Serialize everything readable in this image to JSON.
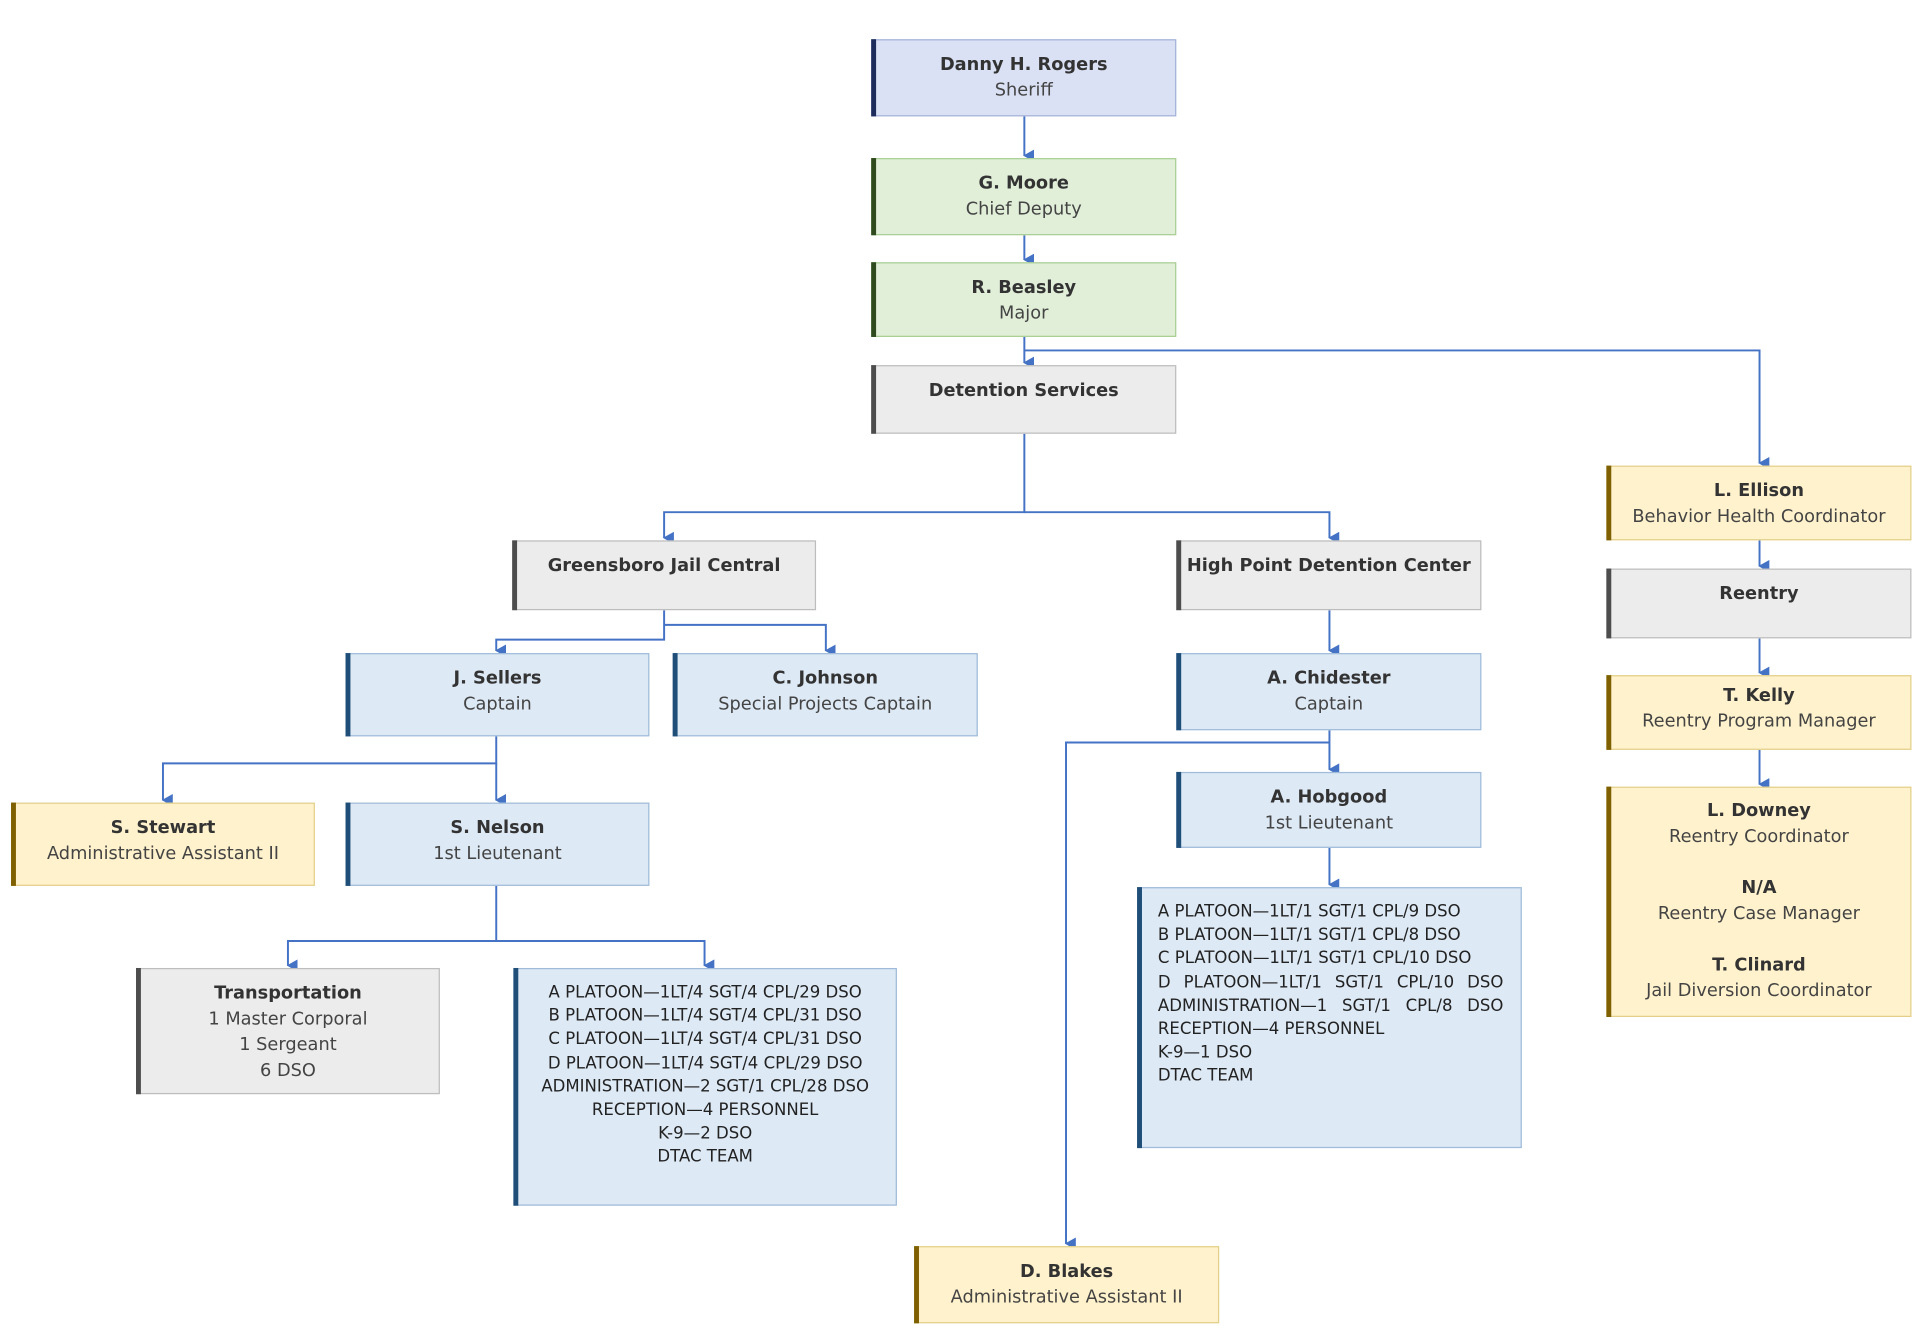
{
  "sheriff": {
    "name": "Danny H. Rogers",
    "role": "Sheriff"
  },
  "chief_deputy": {
    "name": "G. Moore",
    "role": "Chief Deputy"
  },
  "major": {
    "name": "R. Beasley",
    "role": "Major"
  },
  "detention_services": {
    "name": "Detention Services"
  },
  "greensboro": {
    "name": "Greensboro Jail Central"
  },
  "high_point": {
    "name": "High Point Detention Center"
  },
  "sellers": {
    "name": "J. Sellers",
    "role": "Captain"
  },
  "johnson": {
    "name": "C. Johnson",
    "role": "Special Projects Captain"
  },
  "stewart": {
    "name": "S. Stewart",
    "role": "Administrative Assistant II"
  },
  "nelson": {
    "name": "S. Nelson",
    "role": "1st Lieutenant"
  },
  "transportation": {
    "name": "Transportation",
    "lines": [
      "1 Master Corporal",
      "1 Sergeant",
      "6 DSO"
    ]
  },
  "greensboro_platoons": [
    "A PLATOON—1LT/4 SGT/4 CPL/29 DSO",
    "B PLATOON—1LT/4 SGT/4 CPL/31 DSO",
    "C PLATOON—1LT/4 SGT/4 CPL/31 DSO",
    "D PLATOON—1LT/4 SGT/4 CPL/29 DSO",
    "ADMINISTRATION—2 SGT/1 CPL/28 DSO",
    "RECEPTION—4 PERSONNEL",
    "K-9—2 DSO",
    "DTAC TEAM"
  ],
  "chidester": {
    "name": "A. Chidester",
    "role": "Captain"
  },
  "hobgood": {
    "name": "A. Hobgood",
    "role": "1st Lieutenant"
  },
  "highpoint_platoons": [
    "A PLATOON—1LT/1 SGT/1 CPL/9 DSO",
    "B PLATOON—1LT/1 SGT/1 CPL/8 DSO",
    "C PLATOON—1LT/1 SGT/1 CPL/10 DSO",
    "D PLATOON—1LT/1 SGT/1 CPL/10 DSO",
    "ADMINISTRATION—1 SGT/1 CPL/8 DSO",
    "RECEPTION—4 PERSONNEL",
    "K-9—1 DSO",
    "DTAC TEAM"
  ],
  "blakes": {
    "name": "D. Blakes",
    "role": "Administrative Assistant II"
  },
  "ellison": {
    "name": "L. Ellison",
    "role": "Behavior Health Coordinator"
  },
  "reentry": {
    "name": "Reentry"
  },
  "kelly": {
    "name": "T. Kelly",
    "role": "Reentry Program Manager"
  },
  "reentry_staff": [
    {
      "name": "L. Downey",
      "role": "Reentry Coordinator"
    },
    {
      "name": "N/A",
      "role": "Reentry Case Manager"
    },
    {
      "name": "T. Clinard",
      "role": "Jail Diversion Coordinator"
    }
  ],
  "colors": {
    "connector": "#4472c4",
    "sheriff_fill": "#dae1f4",
    "green_fill": "#e1efd9",
    "gray_fill": "#ececec",
    "blue_fill": "#dde9f5",
    "yellow_fill": "#fff2cc"
  }
}
